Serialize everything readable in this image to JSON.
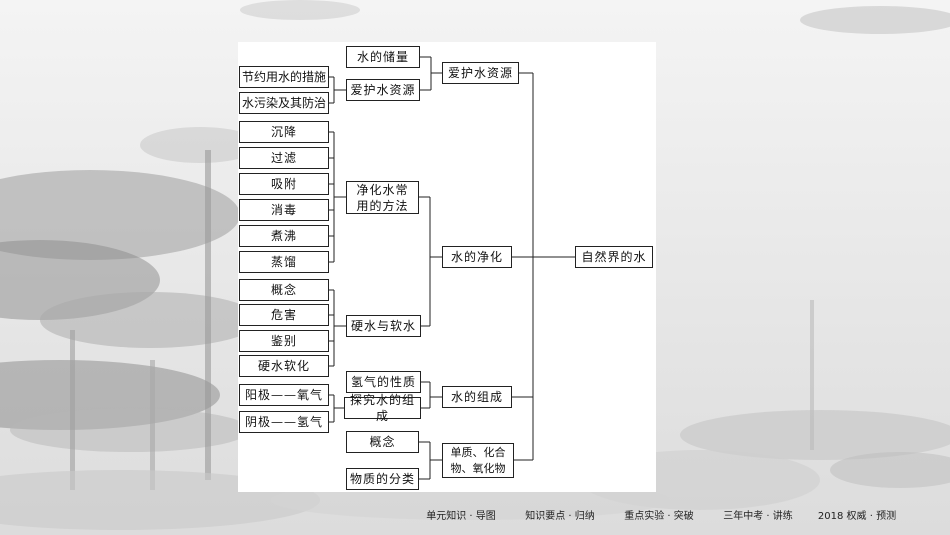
{
  "diagram": {
    "root": "自然界的水",
    "level1": {
      "protect": "爱护水资源",
      "purify": "水的净化",
      "composition": "水的组成",
      "classification": "单质、化合物、氧化物"
    },
    "level2": {
      "reserve": "水的储量",
      "protect_sub": "爱护水资源",
      "purify_methods": "净化水常用的方法",
      "hard_soft": "硬水与软水",
      "hydrogen_props": "氢气的性质",
      "explore": "探究水的组成",
      "concept": "概念",
      "matter_class": "物质的分类"
    },
    "level3": {
      "saving": "节约用水的措施",
      "pollution": "水污染及其防治",
      "settle": "沉降",
      "filter": "过滤",
      "adsorb": "吸附",
      "disinfect": "消毒",
      "boil": "煮沸",
      "distill": "蒸馏",
      "concept": "概念",
      "harm": "危害",
      "identify": "鉴别",
      "soften": "硬水软化",
      "anode": "阳极——氧气",
      "cathode": "阴极——氢气"
    }
  },
  "footer": {
    "nav": [
      "单元知识 · 导图",
      "知识要点 · 归纳",
      "重点实验 · 突破",
      "三年中考 · 讲练",
      "2018 权威 · 预测"
    ]
  }
}
